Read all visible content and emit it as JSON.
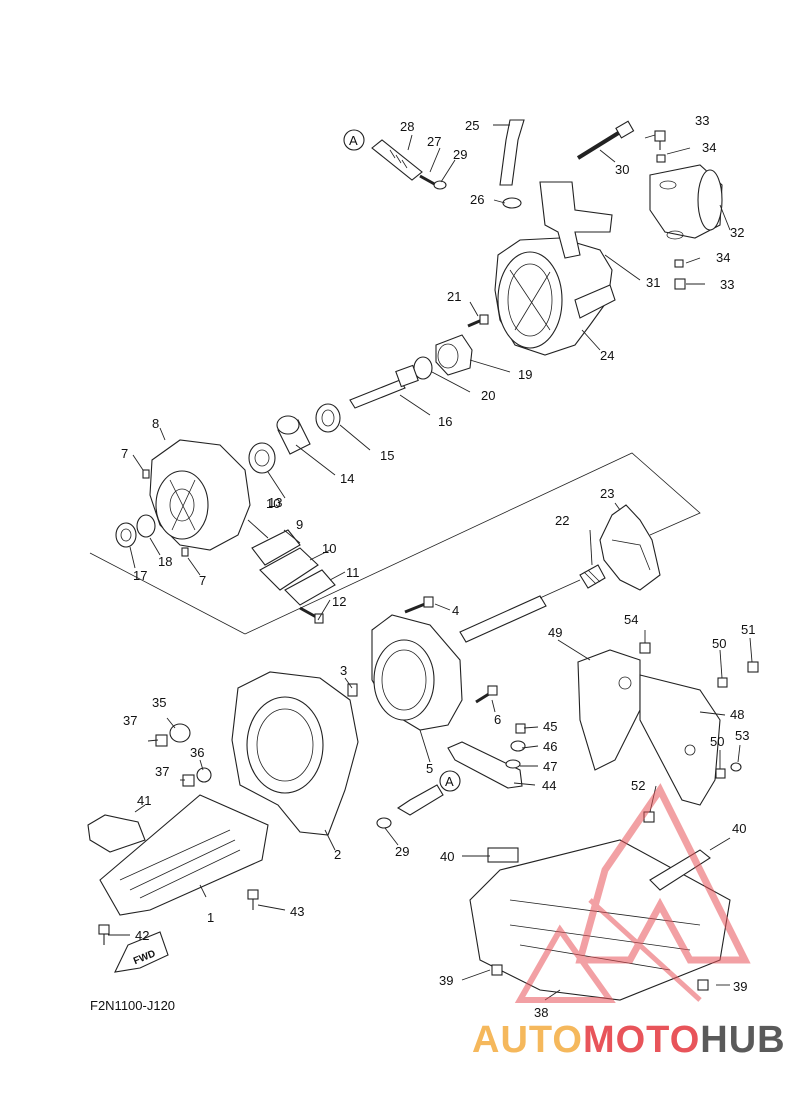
{
  "diagram": {
    "code": "F2N1100-J120",
    "fwd_label": "FWD",
    "ref_marker": "A",
    "labels": [
      "1",
      "2",
      "3",
      "4",
      "5",
      "6",
      "7",
      "8",
      "9",
      "10",
      "11",
      "12",
      "13",
      "14",
      "15",
      "16",
      "17",
      "18",
      "19",
      "20",
      "21",
      "22",
      "23",
      "24",
      "25",
      "26",
      "27",
      "28",
      "29",
      "30",
      "31",
      "32",
      "33",
      "34",
      "35",
      "36",
      "37",
      "38",
      "39",
      "40",
      "41",
      "42",
      "43",
      "44",
      "45",
      "46",
      "47",
      "48",
      "49",
      "50",
      "51",
      "52",
      "53",
      "54"
    ]
  },
  "watermark": {
    "part1": "AUTO",
    "part2": "MOTO",
    "part3": "HUB",
    "color_auto": "#f5b85c",
    "color_moto": "#e8545a",
    "color_hub": "#5a5a5a",
    "logo_color": "#e8545a"
  }
}
